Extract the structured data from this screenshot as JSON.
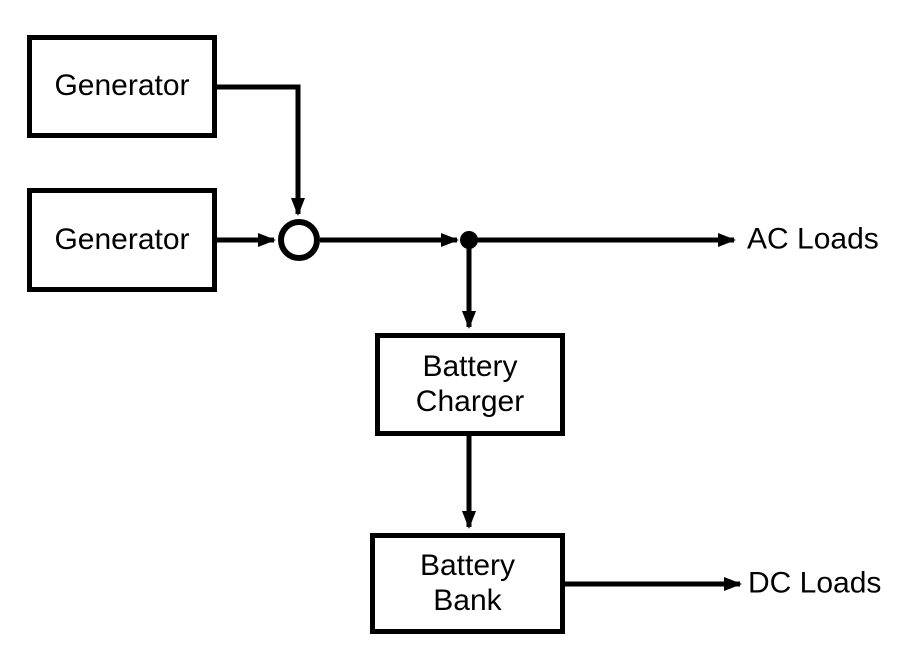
{
  "diagram": {
    "type": "block-diagram",
    "subject": "AC/DC power distribution with generators, battery charger and battery bank",
    "colors": {
      "background": "#ffffff",
      "stroke": "#000000",
      "text": "#000000"
    },
    "nodes": {
      "generator_top": {
        "label": "Generator"
      },
      "generator_bottom": {
        "label": "Generator"
      },
      "battery_charger": {
        "label": "Battery Charger",
        "line1": "Battery",
        "line2": "Charger"
      },
      "battery_bank": {
        "label": "Battery Bank",
        "line1": "Battery",
        "line2": "Bank"
      }
    },
    "outputs": {
      "ac_loads": {
        "label": "AC Loads"
      },
      "dc_loads": {
        "label": "DC Loads"
      }
    },
    "junctions": {
      "combiner": "open-circle-junction",
      "bus_tap": "filled-dot-junction"
    },
    "edges": [
      {
        "from": "generator_top",
        "to": "combiner-junction",
        "style": "elbow, arrowhead down"
      },
      {
        "from": "generator_bottom",
        "to": "combiner-junction",
        "style": "straight, arrowhead right"
      },
      {
        "from": "combiner-junction",
        "to": "bus-tap-junction",
        "style": "straight, arrowhead right"
      },
      {
        "from": "bus-tap-junction",
        "to": "ac_loads",
        "style": "straight, arrowhead right"
      },
      {
        "from": "bus-tap-junction",
        "to": "battery_charger",
        "style": "straight, arrowhead down"
      },
      {
        "from": "battery_charger",
        "to": "battery_bank",
        "style": "straight, arrowhead down"
      },
      {
        "from": "battery_bank",
        "to": "dc_loads",
        "style": "straight, arrowhead right"
      }
    ]
  }
}
